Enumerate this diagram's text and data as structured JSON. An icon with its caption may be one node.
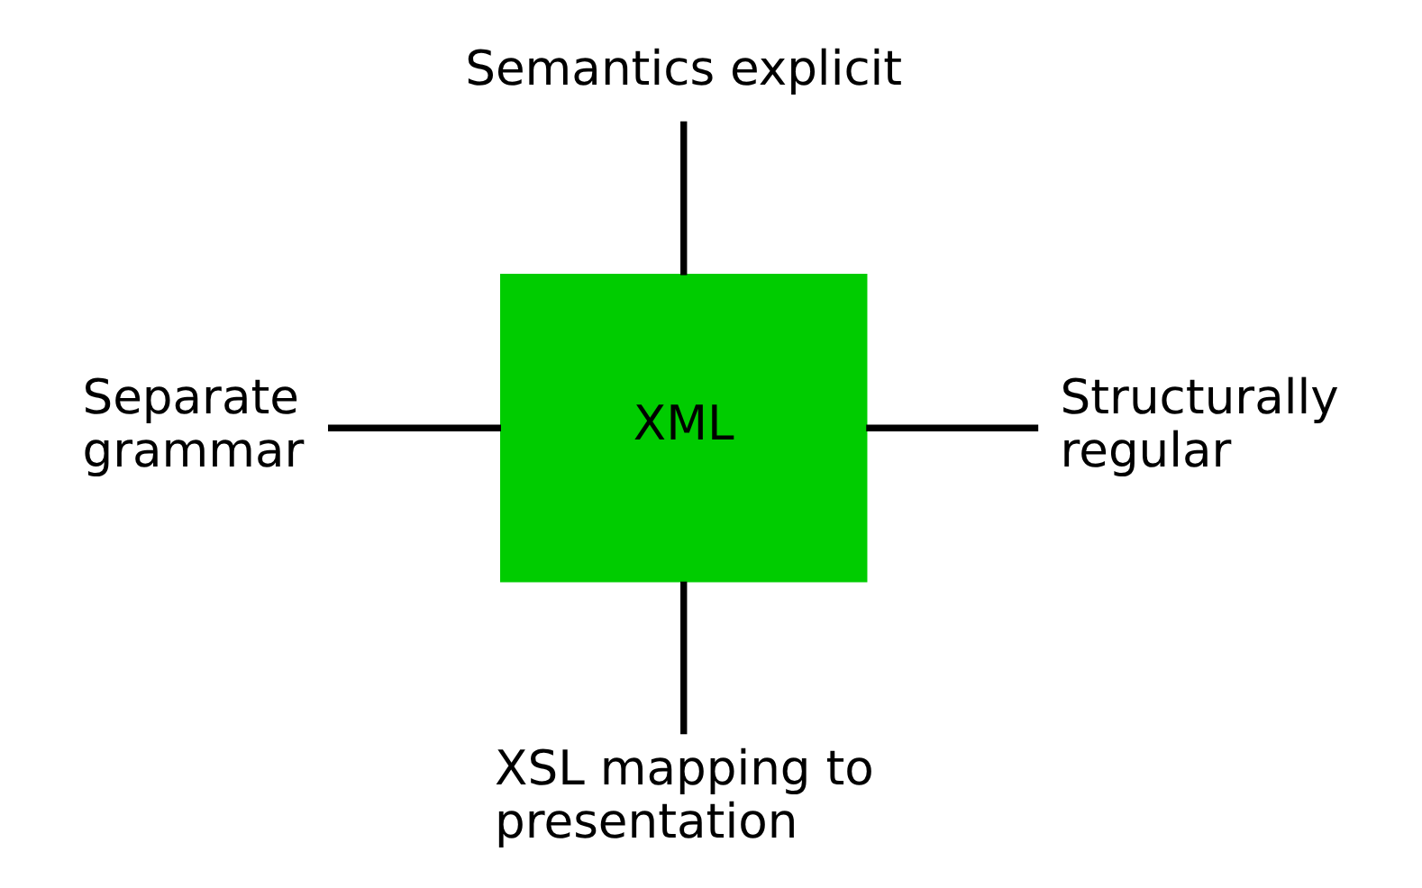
{
  "diagram": {
    "nodes": [
      {
        "text": [
          "Semantics explicit"
        ]
      },
      {
        "text": [
          "Separate grammar"
        ]
      },
      {
        "text": [
          "XML"
        ]
      },
      {
        "text": [
          "Structurally regular"
        ]
      },
      {
        "text": [
          "XSL mapping to presentation"
        ]
      }
    ],
    "edges": [
      {
        "from": 0,
        "to": 2,
        "arrow": "none"
      },
      {
        "from": 1,
        "to": 2,
        "arrow": "none"
      },
      {
        "from": 2,
        "to": 3,
        "arrow": "none"
      },
      {
        "from": 2,
        "to": 4,
        "arrow": "none"
      }
    ]
  }
}
